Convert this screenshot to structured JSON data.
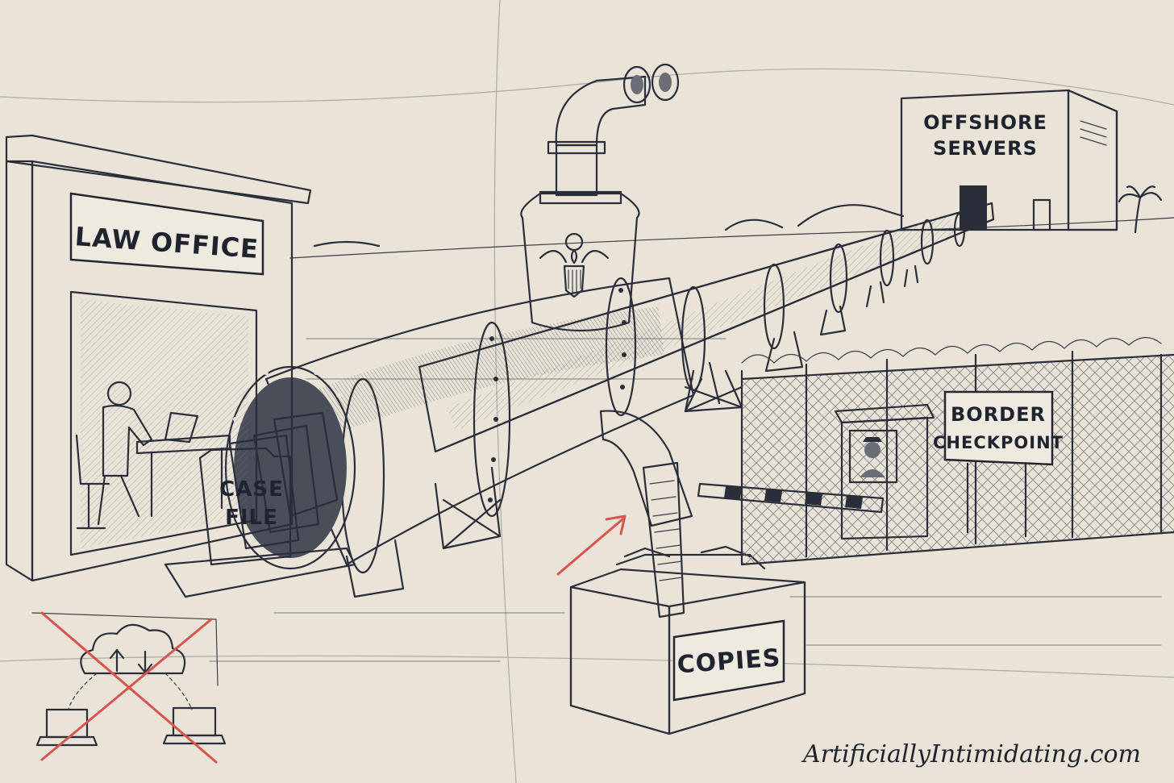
{
  "illustration": {
    "signs": {
      "law_office": "LAW OFFICE",
      "offshore_line1": "OFFSHORE",
      "offshore_line2": "SERVERS",
      "border_line1": "BORDER",
      "border_line2": "CHECKPOINT",
      "case_line1": "CASE",
      "case_line2": "FILE",
      "copies": "COPIES"
    },
    "credit": "ArtificiallyIntimidating.com",
    "colors": {
      "paper": "#e9e4d7",
      "ink": "#2a2e3a",
      "accent_red": "#d9534f"
    }
  }
}
